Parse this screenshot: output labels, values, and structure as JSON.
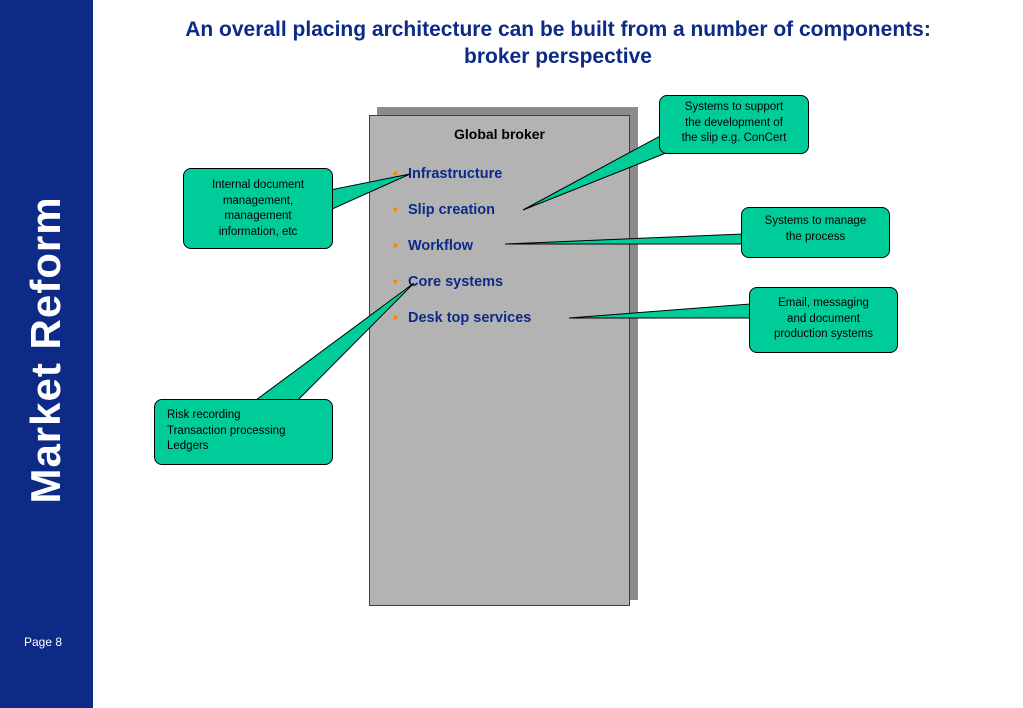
{
  "sidebar": {
    "brand": "Market Reform",
    "page_label": "Page 8"
  },
  "title": {
    "line1": "An overall placing architecture can be built from a number of components:",
    "line2": "broker perspective"
  },
  "panel": {
    "title": "Global broker",
    "items": [
      "Infrastructure",
      "Slip creation",
      "Workflow",
      "Core systems",
      "Desk top services"
    ]
  },
  "callouts": {
    "internal": [
      "Internal document",
      "management,",
      "management",
      "information, etc"
    ],
    "slip_support": [
      "Systems to support",
      "the development of",
      "the slip e.g. ConCert"
    ],
    "process": [
      "Systems to manage",
      "the process"
    ],
    "email": [
      "Email, messaging",
      "and document",
      "production systems"
    ],
    "risk": [
      "Risk recording",
      "Transaction processing",
      "Ledgers"
    ]
  },
  "colors": {
    "navy": "#0d2a87",
    "callout": "#00cc99",
    "bullet": "#f08a00",
    "panel": "#b3b3b3"
  }
}
